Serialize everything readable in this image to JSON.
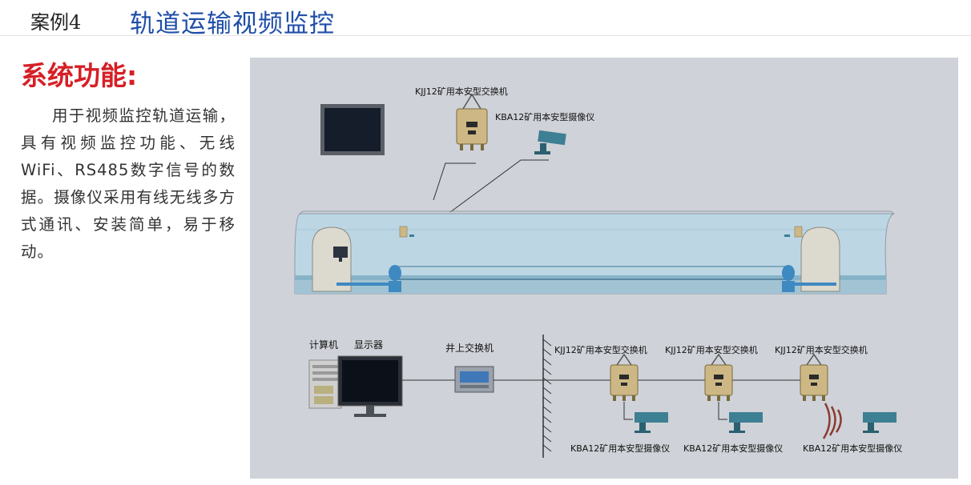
{
  "header": {
    "case_label": "案例4",
    "title": "轨道运输视频监控"
  },
  "section": {
    "title": "系统功能:",
    "description": "用于视频监控轨道运输，具有视频监控功能、无线WiFi、RS485数字信号的数据。摄像仪采用有线无线多方式通讯、安装简单，易于移动。"
  },
  "diagram": {
    "top": {
      "switch_label": "KJJ12矿用本安型交换机",
      "camera_label": "KBA12矿用本安型摄像仪"
    },
    "bottom": {
      "computer_label": "计算机",
      "monitor_label": "显示器",
      "surface_switch_label": "井上交换机",
      "switches": [
        "KJJ12矿用本安型交换机",
        "KJJ12矿用本安型交换机",
        "KJJ12矿用本安型交换机"
      ],
      "cameras": [
        "KBA12矿用本安型摄像仪",
        "KBA12矿用本安型摄像仪",
        "KBA12矿用本安型摄像仪"
      ]
    },
    "colors": {
      "panel_bg": "#cfd2d8",
      "tunnel": "#bcd6e4",
      "device_body": "#cdb885",
      "camera_body": "#3d7f93",
      "title_blue": "#1f4fa8",
      "section_red": "#d61f26"
    }
  }
}
